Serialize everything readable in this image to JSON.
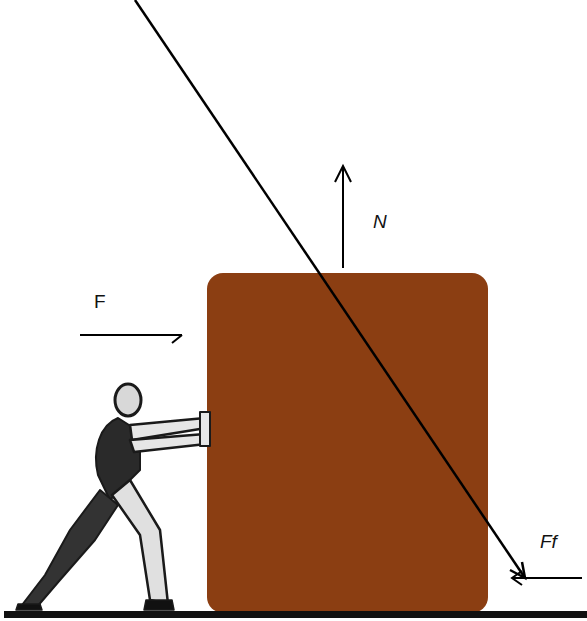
{
  "diagram": {
    "labels": [
      "F",
      "N",
      "Ff"
    ]
  }
}
